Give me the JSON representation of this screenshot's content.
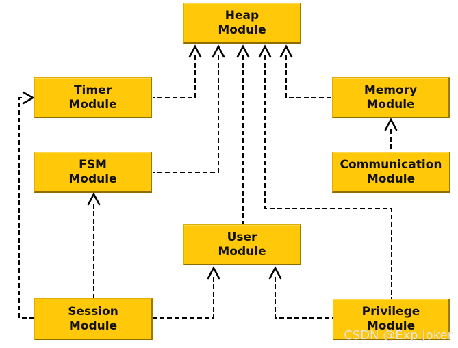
{
  "diagram": {
    "nodes": {
      "heap": {
        "label": "Heap\nModule"
      },
      "timer": {
        "label": "Timer\nModule"
      },
      "memory": {
        "label": "Memory\nModule"
      },
      "fsm": {
        "label": "FSM\nModule"
      },
      "communication": {
        "label": "Communication\nModule"
      },
      "user": {
        "label": "User\nModule"
      },
      "session": {
        "label": "Session\nModule"
      },
      "privilege": {
        "label": "Privilege\nModule"
      }
    },
    "edges": [
      {
        "from": "timer",
        "to": "heap"
      },
      {
        "from": "fsm",
        "to": "heap"
      },
      {
        "from": "user",
        "to": "heap"
      },
      {
        "from": "privilege",
        "to": "heap"
      },
      {
        "from": "memory",
        "to": "heap"
      },
      {
        "from": "communication",
        "to": "memory"
      },
      {
        "from": "session",
        "to": "timer"
      },
      {
        "from": "session",
        "to": "fsm"
      },
      {
        "from": "session",
        "to": "user"
      },
      {
        "from": "privilege",
        "to": "user"
      }
    ],
    "colors": {
      "node_fill": "#FFC808",
      "node_border_dark": "#8F6C00",
      "connector": "#000000"
    }
  },
  "watermark": {
    "text": "CSDN @Exp.Joker"
  }
}
